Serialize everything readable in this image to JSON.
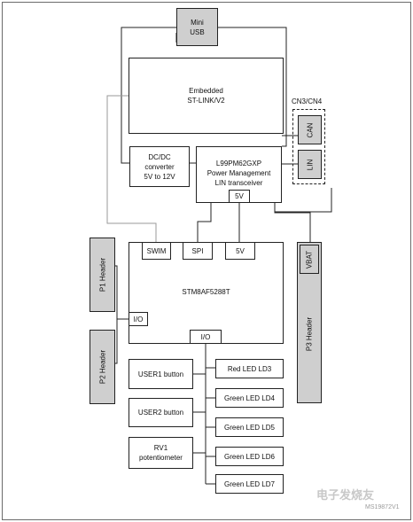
{
  "blocks": {
    "mini_usb": "Mini\nUSB",
    "stlink": "Embedded\nST-LINK/V2",
    "cn_label": "CN3/CN4",
    "can": "CAN",
    "lin": "LIN",
    "dcdc": "DC/DC\nconverter\n5V to 12V",
    "l99": "L99PM62GXP\nPower Management\nLIN transceiver",
    "l99_5v": "5V",
    "swim": "SWIM",
    "spi": "SPI",
    "mcu_5v": "5V",
    "mcu": "STM8AF5288T",
    "io_left": "I/O",
    "io_bottom": "I/O",
    "p1": "P1 Header",
    "p2": "P2 Header",
    "p3": "P3 Header",
    "vbat": "VBAT",
    "user1": "USER1 button",
    "user2": "USER2 button",
    "rv1": "RV1\npotentiometer",
    "led3": "Red LED LD3",
    "led4": "Green LED LD4",
    "led5": "Green LED LD5",
    "led6": "Green LED LD6",
    "led7": "Green LED LD7"
  },
  "watermark": "电子发烧友",
  "figure_ref": "MS19872V1",
  "colors": {
    "header_fill": "#cfcfcf",
    "line": "#222222",
    "swim_line": "#9a9a9a"
  }
}
